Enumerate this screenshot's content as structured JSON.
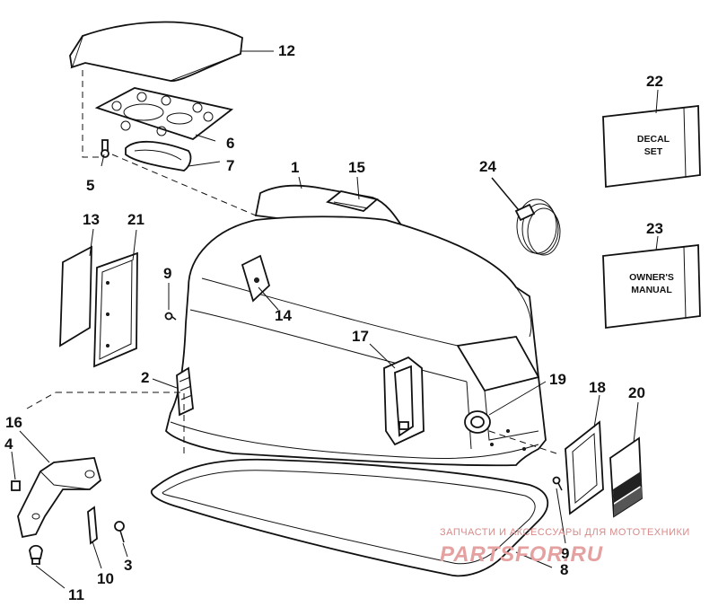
{
  "callouts": [
    "1",
    "2",
    "3",
    "4",
    "5",
    "6",
    "7",
    "8",
    "9",
    "9",
    "10",
    "11",
    "12",
    "13",
    "14",
    "15",
    "16",
    "17",
    "18",
    "19",
    "20",
    "21",
    "22",
    "23",
    "24"
  ],
  "decal_box": {
    "line1": "DECAL",
    "line2": "SET"
  },
  "manual_box": {
    "line1": "OWNER'S",
    "line2": "MANUAL"
  },
  "watermark": {
    "line1": "ЗАПЧАСТИ И АКСЕССУАРЫ ДЛЯ МОТОТЕХНИКИ",
    "line2": "PARTSFOR.RU"
  }
}
